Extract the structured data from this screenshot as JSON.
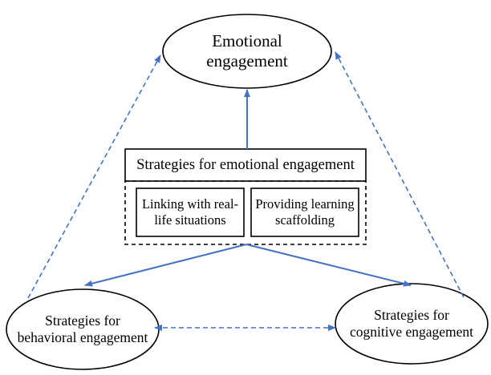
{
  "nodes": {
    "emotional": {
      "line1": "Emotional",
      "line2": "engagement"
    },
    "behavioral": {
      "line1": "Strategies for",
      "line2": "behavioral engagement"
    },
    "cognitive": {
      "line1": "Strategies for",
      "line2": "cognitive engagement"
    }
  },
  "strategy_box": {
    "title": "Strategies for emotional engagement",
    "items": [
      {
        "line1": "Linking with real-",
        "line2": "life situations"
      },
      {
        "line1": "Providing learning",
        "line2": "scaffolding"
      }
    ]
  },
  "colors": {
    "arrow": "#4472c4",
    "outline": "#000000"
  }
}
